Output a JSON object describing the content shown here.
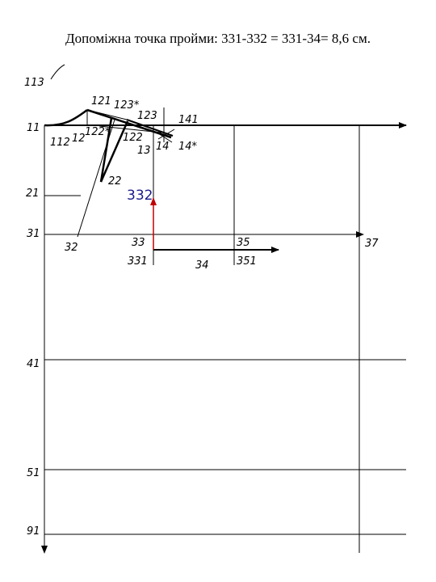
{
  "title": "Допоміжна точка пройми: 331-332 = 331-34= 8,6 см.",
  "labels": {
    "p113": "113",
    "p121": "121",
    "p123s": "123*",
    "p123": "123",
    "p141": "141",
    "p11": "11",
    "p112": "112",
    "p12": "12",
    "p122s": "122*",
    "p122": "122",
    "p13": "13",
    "p14": "14",
    "p14s": "14*",
    "p22": "22",
    "p21": "21",
    "p332": "332",
    "p31": "31",
    "p32": "32",
    "p33": "33",
    "p35": "35",
    "p37": "37",
    "p331": "331",
    "p34": "34",
    "p351": "351",
    "p41": "41",
    "p51": "51",
    "p91": "91"
  },
  "colors": {
    "line": "#000000",
    "highlight_arrow": "#c00000",
    "highlight_label": "#1a1a8c"
  }
}
